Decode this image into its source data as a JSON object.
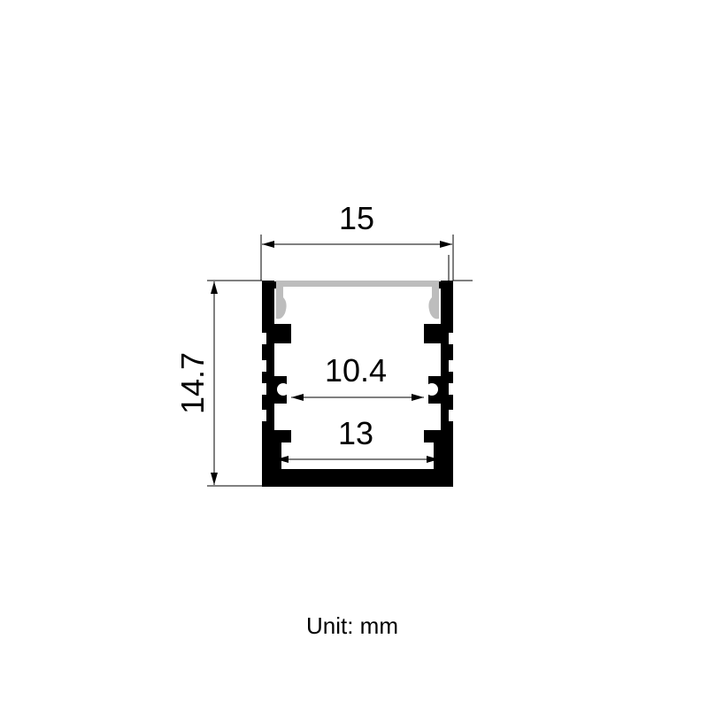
{
  "drawing": {
    "dimensions": {
      "overall_width": "15",
      "overall_height": "14.7",
      "inner_opening": "10.4",
      "inner_width": "13"
    },
    "unit_label": "Unit: mm",
    "colors": {
      "profile": "#000000",
      "diffuser": "#bdbdbd",
      "background": "#ffffff"
    }
  }
}
